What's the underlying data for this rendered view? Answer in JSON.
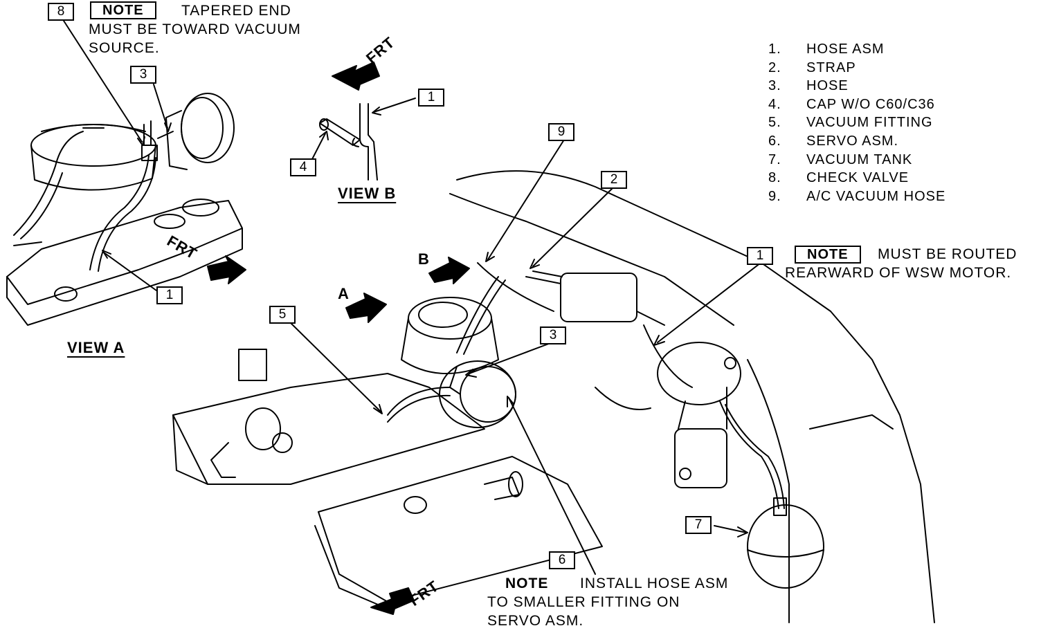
{
  "notes": {
    "tapered": {
      "label": "NOTE",
      "line1": "TAPERED END",
      "line2": "MUST BE TOWARD VACUUM",
      "line3": "SOURCE."
    },
    "routed": {
      "label": "NOTE",
      "line1": "MUST BE ROUTED",
      "line2": "REARWARD OF WSW MOTOR."
    },
    "install": {
      "label": "NOTE",
      "line1": "INSTALL HOSE ASM",
      "line2": "TO SMALLER FITTING ON",
      "line3": "SERVO ASM."
    }
  },
  "views": {
    "view_a": "VIEW A",
    "view_b": "VIEW B",
    "a": "A",
    "b": "B"
  },
  "frt": "FRT",
  "callouts": [
    "8",
    "3",
    "1",
    "4",
    "1",
    "9",
    "2",
    "1",
    "5",
    "3",
    "6",
    "7"
  ],
  "legend": [
    {
      "num": "1.",
      "text": "HOSE ASM"
    },
    {
      "num": "2.",
      "text": "STRAP"
    },
    {
      "num": "3.",
      "text": "HOSE"
    },
    {
      "num": "4.",
      "text": "CAP W/O C60/C36"
    },
    {
      "num": "5.",
      "text": "VACUUM FITTING"
    },
    {
      "num": "6.",
      "text": "SERVO ASM."
    },
    {
      "num": "7.",
      "text": "VACUUM TANK"
    },
    {
      "num": "8.",
      "text": "CHECK VALVE"
    },
    {
      "num": "9.",
      "text": "A/C VACUUM HOSE"
    }
  ]
}
